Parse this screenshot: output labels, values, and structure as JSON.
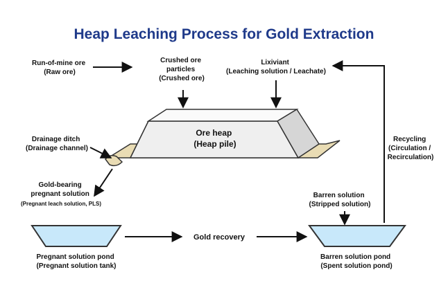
{
  "title": "Heap Leaching Process for Gold Extraction",
  "labels": {
    "run_of_mine": [
      "Run-of-mine ore",
      "(Raw ore)"
    ],
    "crushed_ore": [
      "Crushed ore",
      "particles",
      "(Crushed ore)"
    ],
    "lixiviant": [
      "Lixiviant",
      "(Leaching solution / Leachate)"
    ],
    "ore_heap": [
      "Ore heap",
      "(Heap pile)"
    ],
    "drainage_ditch": [
      "Drainage ditch",
      "(Drainage channel)"
    ],
    "recycling": [
      "Recycling",
      "(Circulation /",
      "Recirculation)"
    ],
    "gold_bearing": [
      "Gold-bearing",
      "pregnant solution",
      "(Pregnant leach solution, PLS)"
    ],
    "barren_solution": [
      "Barren solution",
      "(Stripped solution)"
    ],
    "gold_recovery": [
      "Gold recovery"
    ],
    "pregnant_pond": [
      "Pregnant solution pond",
      "(Pregnant solution tank)"
    ],
    "barren_pond": [
      "Barren solution pond",
      "(Spent solution pond)"
    ]
  },
  "colors": {
    "title": "#1f3a8a",
    "water": "#c8e8fa",
    "heap_top": "#f4f4f4",
    "heap_side": "#d6d6d6",
    "liner": "#e9dcb4"
  }
}
